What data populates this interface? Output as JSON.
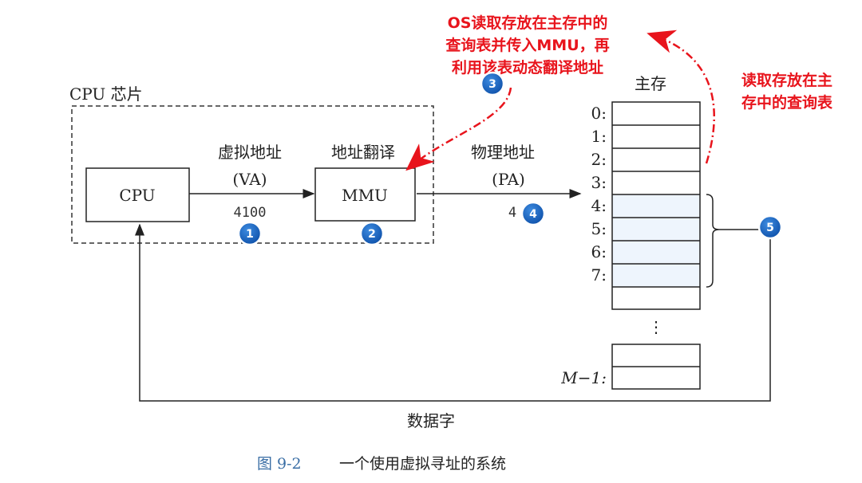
{
  "chip_label": "CPU 芯片",
  "cpu_label": "CPU",
  "mmu_label": "MMU",
  "va": {
    "title": "虚拟地址",
    "abbr": "(VA)",
    "value": "4100"
  },
  "translate_label": "地址翻译",
  "pa": {
    "title": "物理地址",
    "abbr": "(PA)",
    "value": "4"
  },
  "memory": {
    "title": "主存",
    "rows": [
      "0:",
      "1:",
      "2:",
      "3:",
      "4:",
      "5:",
      "6:",
      "7:"
    ],
    "ellipsis": "⋮",
    "last_label": "M−1:"
  },
  "data_word_label": "数据字",
  "badges": [
    "1",
    "2",
    "3",
    "4",
    "5"
  ],
  "annotations": {
    "os_note": [
      "OS读取存放在主存中的",
      "查询表并传入MMU，再",
      "利用该表动态翻译地址"
    ],
    "read_note": [
      "读取存放在主",
      "存中的查询表"
    ]
  },
  "caption": {
    "figure": "图 9-2",
    "text": "一个使用虚拟寻址的系统"
  },
  "colors": {
    "annotation": "#e8141c",
    "badge": "#1565c0",
    "highlight": "#eef5fd"
  }
}
